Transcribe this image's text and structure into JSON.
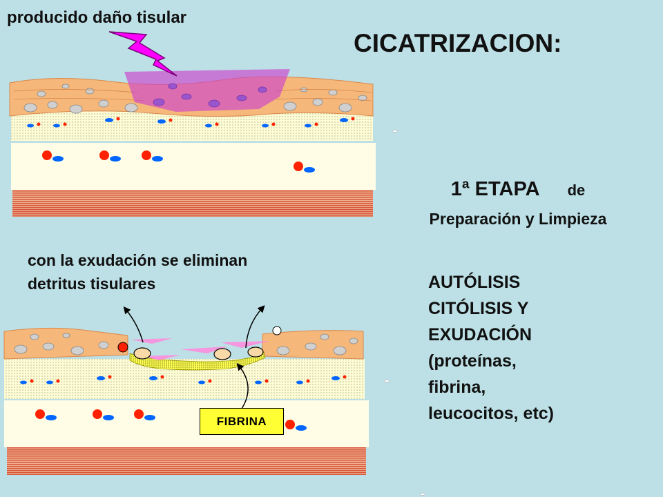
{
  "slide": {
    "top_label": "producido daño tisular",
    "title": "CICATRIZACION:",
    "stage_label": "1ª ETAPA",
    "stage_suffix": "de",
    "stage_subtitle": "Preparación y Limpieza",
    "exudation_line1": "con la exudación se eliminan",
    "exudation_line2": "detritus tisulares",
    "process_lines": [
      "AUTÓLISIS",
      "CITÓLISIS  Y",
      "EXUDACIÓN",
      "(proteínas,",
      "fibrina,",
      "leucocitos, etc)"
    ],
    "fibrina_label": "FIBRINA"
  },
  "colors": {
    "background": "#bde0e6",
    "epidermis": "#f5b77a",
    "dermis_dotted": "#fdfcd5",
    "subcutaneous": "#fffde6",
    "muscle_stripes": "#d6563a",
    "damage_overlay": "#cc44cc",
    "lightning": "#ff00ff",
    "red_cell": "#ff2200",
    "blue_cell": "#0066ff",
    "fibrin": "#ffff33"
  }
}
